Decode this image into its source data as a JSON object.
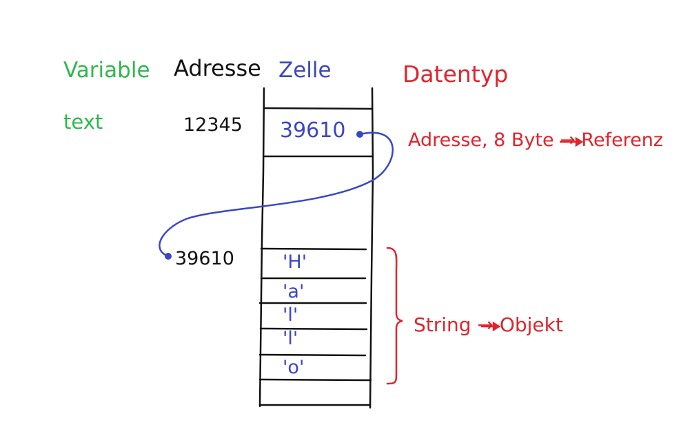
{
  "headers": {
    "variable": "Variable",
    "adresse": "Adresse",
    "zelle": "Zelle",
    "datentyp": "Datentyp"
  },
  "row1": {
    "variable": "text",
    "address": "12345",
    "cell_value": "39610",
    "datatype_note": "Adresse, 8 Byte → Referenz"
  },
  "row2": {
    "address": "39610",
    "chars": [
      "'H'",
      "'a'",
      "'l'",
      "'l'",
      "'o'"
    ],
    "datatype_note": "String → Objekt"
  },
  "colors": {
    "variable": "#2db84d",
    "address": "#111111",
    "cell": "#3b46c4",
    "datatype": "#e0242c"
  }
}
